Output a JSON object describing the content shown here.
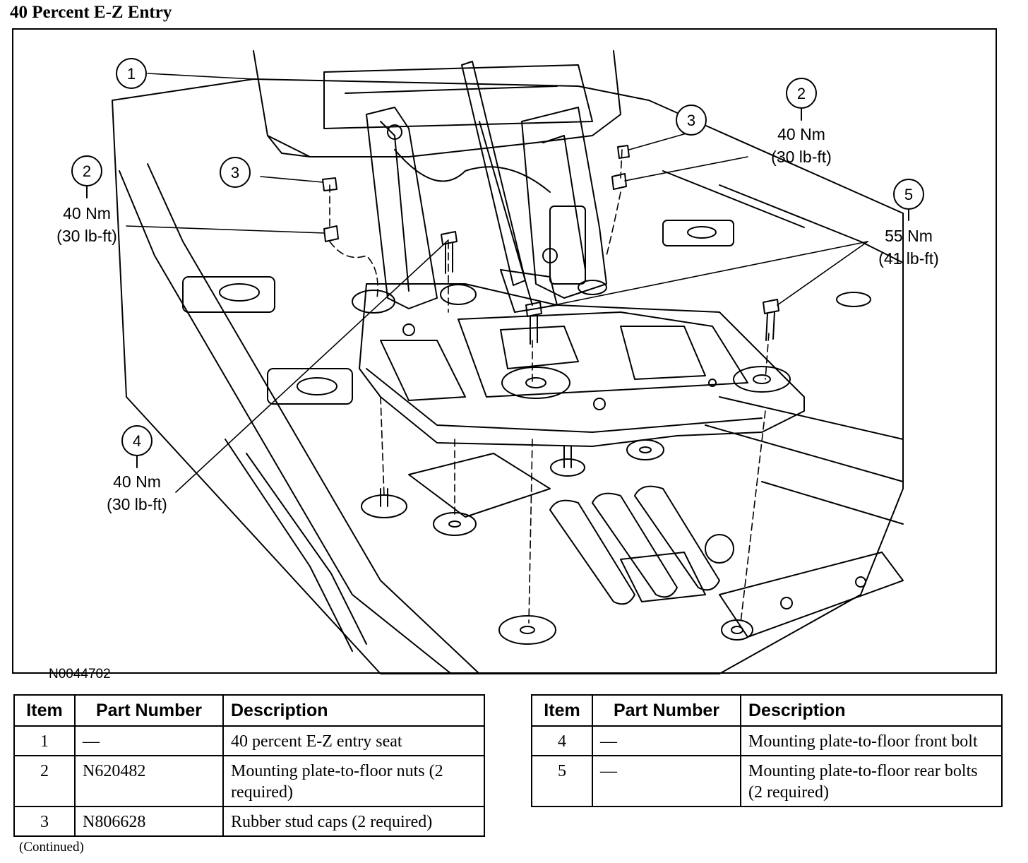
{
  "page": {
    "title": "40 Percent E-Z Entry",
    "footer": "(Continued)"
  },
  "figure": {
    "id": "N0044702",
    "callouts": [
      {
        "num": "1"
      },
      {
        "num": "2",
        "torque_nm": "40 Nm",
        "torque_lbft": "(30 lb-ft)"
      },
      {
        "num": "3"
      },
      {
        "num": "2",
        "torque_nm": "40 Nm",
        "torque_lbft": "(30 lb-ft)"
      },
      {
        "num": "3"
      },
      {
        "num": "5",
        "torque_nm": "55 Nm",
        "torque_lbft": "(41 lb-ft)"
      },
      {
        "num": "4",
        "torque_nm": "40 Nm",
        "torque_lbft": "(30 lb-ft)"
      }
    ]
  },
  "tables": {
    "headers": {
      "item": "Item",
      "part_number": "Part Number",
      "description": "Description"
    },
    "left": [
      {
        "item": "1",
        "part": "—",
        "desc": "40 percent E-Z entry seat"
      },
      {
        "item": "2",
        "part": "N620482",
        "desc": "Mounting plate-to-floor nuts (2 required)"
      },
      {
        "item": "3",
        "part": "N806628",
        "desc": "Rubber stud caps (2 required)"
      }
    ],
    "right": [
      {
        "item": "4",
        "part": "—",
        "desc": "Mounting plate-to-floor front bolt"
      },
      {
        "item": "5",
        "part": "—",
        "desc": "Mounting plate-to-floor rear bolts (2 required)"
      }
    ]
  }
}
